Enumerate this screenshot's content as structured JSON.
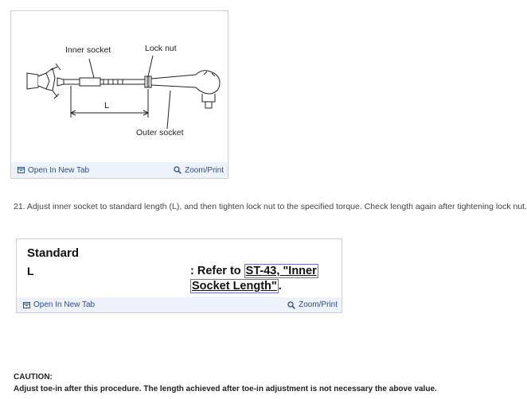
{
  "figure": {
    "labels": {
      "inner_socket": "Inner socket",
      "lock_nut": "Lock nut",
      "length": "L",
      "outer_socket": "Outer socket"
    },
    "footer": {
      "open_tab": "Open In New Tab",
      "zoom_print": "Zoom/Print"
    }
  },
  "step": {
    "text": "21. Adjust inner socket to standard length (L), and then tighten lock nut to the specified torque. Check length again after tightening lock nut."
  },
  "standard": {
    "title": "Standard",
    "row_label": "L",
    "refer_prefix": ": Refer to ",
    "ref_line1": "ST-43, \"Inner",
    "ref_line2": "Socket Length\"",
    "suffix": ".",
    "footer": {
      "open_tab": "Open In New Tab",
      "zoom_print": "Zoom/Print"
    }
  },
  "caution": {
    "title": "CAUTION:",
    "text": "Adjust toe-in after this procedure. The length achieved after toe-in adjustment is not necessary the above value."
  },
  "colors": {
    "link_blue": "#2c4f86",
    "footer_bg": "#eef2fa",
    "ref_border": "#6b6bd6"
  }
}
